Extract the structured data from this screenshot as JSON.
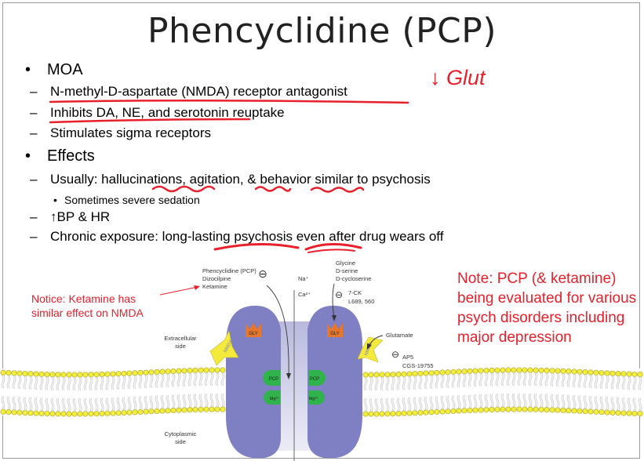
{
  "slide": {
    "title": "Phencyclidine (PCP)",
    "bullets": {
      "moa": "MOA",
      "moa_1": "N-methyl-D-aspartate (NMDA) receptor antagonist",
      "moa_2": "Inhibits DA, NE, and serotonin reuptake",
      "moa_3": "Stimulates sigma receptors",
      "effects": "Effects",
      "eff_1": "Usually: hallucinations, agitation, & behavior similar to psychosis",
      "eff_1_sub": "Sometimes severe sedation",
      "eff_2": "↑BP & HR",
      "eff_3": "Chronic exposure: long-lasting psychosis even after drug wears off"
    },
    "handwritten_note": "↓ Glut",
    "note_left": [
      "Notice: Ketamine has",
      "similar effect on NMDA"
    ],
    "note_right": [
      "Note: PCP (& ketamine)",
      "being evaluated for various",
      "psych disorders including",
      "major depression"
    ]
  },
  "diagram": {
    "antagonists": [
      "Phencyclidine (PCP)",
      "Dizocilpine",
      "Ketamine"
    ],
    "ions": [
      "Na⁺",
      "Ca²⁺"
    ],
    "coagonists": [
      "Glycine",
      "D-serine",
      "D-cycloserine"
    ],
    "gly_antagonists": [
      "7-CK",
      "L689, 560"
    ],
    "agonist": "Glutamate",
    "glu_antagonists": [
      "AP5",
      "CGS-19755"
    ],
    "extracellular": [
      "Extracellular",
      "side"
    ],
    "cytoplasmic": [
      "Cytoplasmic",
      "side"
    ],
    "gly_label": "GLY",
    "nmda_label": "NMDA",
    "pcp_label": "PCP",
    "mg_label": "Mg²⁺",
    "minus": "⊖",
    "colors": {
      "receptor": "#7f7fc4",
      "channel": "#d6d6ec",
      "lipid_head": "#f2ef3c",
      "gly": "#e8762b",
      "nmda": "#f3ea3c",
      "pcp": "#2fb34a",
      "annotation": "#e8202b"
    }
  }
}
